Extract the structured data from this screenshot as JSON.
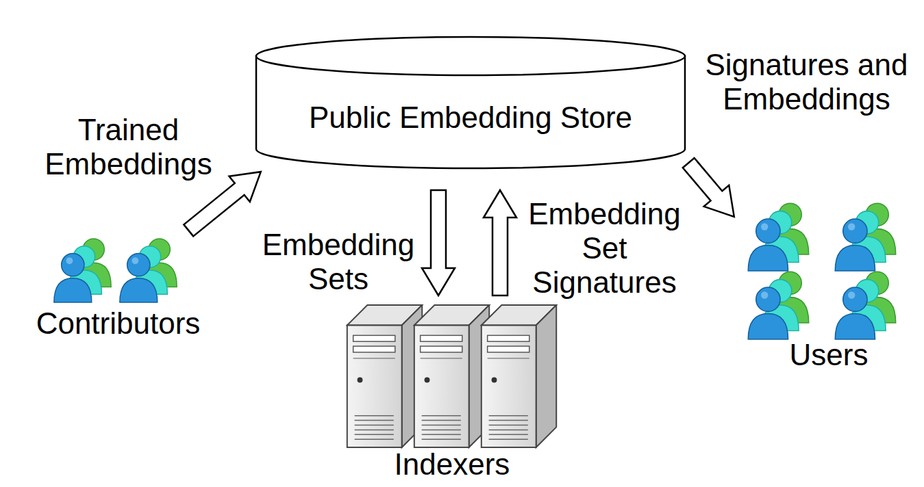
{
  "diagram": {
    "nodes": [
      {
        "text": [
          "Public Embedding Store"
        ]
      },
      {
        "text": [
          "Contributors"
        ]
      },
      {
        "text": [
          "Indexers"
        ]
      },
      {
        "text": [
          "Users"
        ]
      }
    ],
    "edges": [
      {
        "from": 1,
        "to": 0,
        "arrow": "to",
        "label": "Trained Embeddings"
      },
      {
        "from": 0,
        "to": 2,
        "arrow": "to",
        "label": "Embedding Sets"
      },
      {
        "from": 2,
        "to": 0,
        "arrow": "to",
        "label": "Embedding Set Signatures"
      },
      {
        "from": 0,
        "to": 3,
        "arrow": "to",
        "label": "Signatures and Embeddings"
      }
    ]
  }
}
